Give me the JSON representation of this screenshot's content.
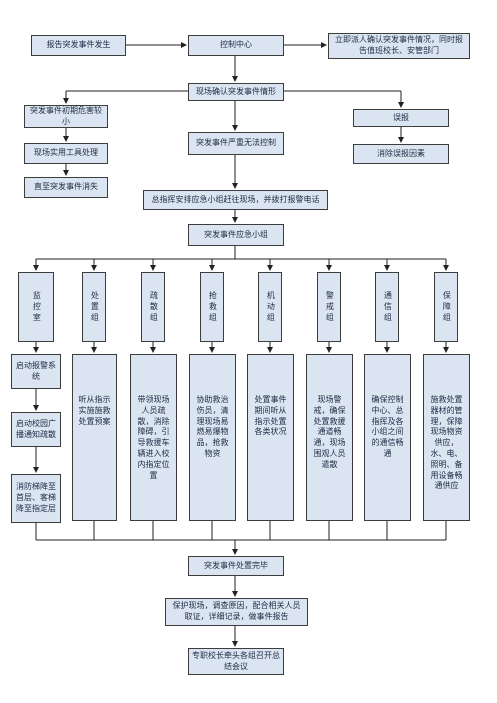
{
  "nodes": {
    "report": "报告突发事件发生",
    "control": "控制中心",
    "dispatch": "立即派人确认突发事件情况，同时报告值班校长、安管部门",
    "confirm": "现场确认突发事件情形",
    "minor": "突发事件初期危害较小",
    "severe": "突发事件严重无法控制",
    "false_alarm": "误报",
    "tools": "现场实用工具处理",
    "remove": "消除误报因素",
    "until": "直至突发事件消失",
    "command": "总指挥安排应急小组赶往现场，并拨打报警电话",
    "team": "突发事件应急小组",
    "done": "突发事件处置完毕",
    "protect": "保护现场，调查原因，配合相关人员取证，详细记录，做事件报告",
    "meeting": "专职校长牵头各组召开总结会议"
  },
  "groups": [
    {
      "name": "监控室",
      "tasks": [
        "启动报警系统",
        "启动校园广播通知疏散",
        "消防梯降至首层、客梯降至指定层"
      ]
    },
    {
      "name": "处置组",
      "task": "听从指示实施施救处置预案"
    },
    {
      "name": "疏散组",
      "task": "带领现场人员疏散，消除障碍，引导救援车辆进入校内指定位置"
    },
    {
      "name": "抢救组",
      "task": "协助救治伤员，清理现场易燃易爆物品，抢救物资"
    },
    {
      "name": "机动组",
      "task": "处置事件期间听从指示处置各类状况"
    },
    {
      "name": "警戒组",
      "task": "现场警戒，确保处置救援通道畅通，现场围观人员遣散"
    },
    {
      "name": "通信组",
      "task": "确保控制中心、总指挥及各小组之间的通信畅通"
    },
    {
      "name": "保障组",
      "task": "施救处置器材的管理，保障现场物资供应，水、电、照明、备用设备畅通供应"
    }
  ]
}
